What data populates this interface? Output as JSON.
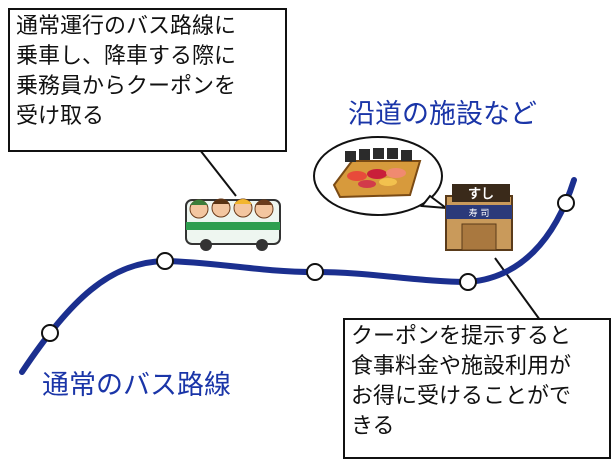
{
  "boxes": {
    "top": {
      "lines": [
        "通常運行のバス路線に",
        "乗車し、降車する際に",
        "乗務員からクーポンを",
        "受け取る"
      ]
    },
    "bottom": {
      "lines": [
        "クーポンを提示すると",
        "食事料金や施設利用が",
        "お得に受けることがで",
        "きる"
      ]
    }
  },
  "labels": {
    "facilities": "沿道の施設など",
    "route": "通常のバス路線"
  },
  "shop": {
    "sign": "すし",
    "noren": "寿 司"
  },
  "colors": {
    "route_line": "#1b2f8f",
    "label_blue": "#1a35a8",
    "bus_green": "#2e9e4f"
  }
}
